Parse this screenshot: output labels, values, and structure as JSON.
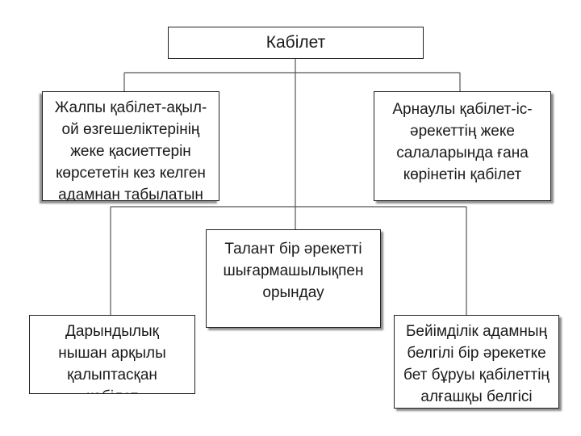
{
  "diagram": {
    "root": {
      "label": "Кабілет"
    },
    "general": {
      "label": "Жалпы қабілет-ақыл-\nой өзгешеліктерінің\nжеке қасиеттерін\nкөрсететін кез келген\nадамнан табылатын"
    },
    "special": {
      "label": "Арнаулы қабілет-іс-\nәрекеттің жеке\nсалаларында ғана\nкөрінетін қабілет"
    },
    "talent": {
      "label": "Талант бір әрекетті\nшығармашылықпен\nорындау"
    },
    "giftedness": {
      "label": "Дарындылық\nнышан арқылы\nқалыптасқан\nқабілет"
    },
    "inclination": {
      "label": "Бейімділік адамның\nбелгілі бір әрекетке\nбет бұруы қабілеттің\nалғашқы белгісі"
    }
  },
  "colors": {
    "line": "#555555",
    "border": "#222222",
    "text": "#1a1a1a"
  }
}
